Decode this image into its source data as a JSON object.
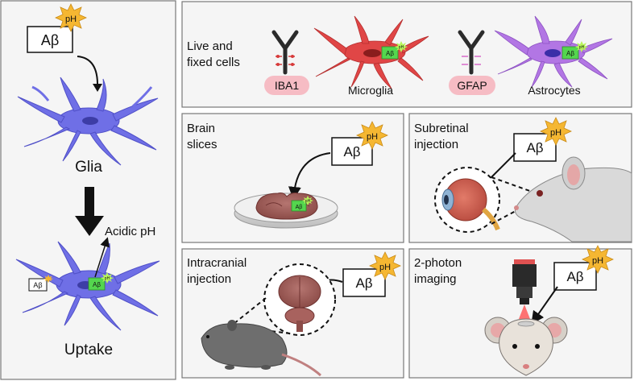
{
  "left_panel": {
    "abeta": "Aβ",
    "ph": "pH",
    "glia_label": "Glia",
    "acidic_label": "Acidic pH",
    "uptake_label": "Uptake",
    "cell_small_abeta": "Aβ",
    "cell_badge": "Aβ",
    "cell_ph": "pH"
  },
  "top_panel": {
    "title_line1": "Live and",
    "title_line2": "fixed cells",
    "marker1": "IBA1",
    "cell1": "Microglia",
    "marker2": "GFAP",
    "cell2": "Astrocytes",
    "badge": "Aβ",
    "ph": "pH"
  },
  "brain_slices": {
    "line1": "Brain",
    "line2": "slices",
    "abeta": "Aβ",
    "ph": "pH",
    "badge": "Aβ",
    "badge_ph": "pH"
  },
  "subretinal": {
    "line1": "Subretinal",
    "line2": "injection",
    "abeta": "Aβ",
    "ph": "pH"
  },
  "intracranial": {
    "line1": "Intracranial",
    "line2": "injection",
    "abeta": "Aβ",
    "ph": "pH"
  },
  "two_photon": {
    "line1": "2-photon",
    "line2": "imaging",
    "abeta": "Aβ",
    "ph": "pH"
  },
  "colors": {
    "panel_bg": "#f5f5f5",
    "panel_border": "#777777",
    "glia": "#6f6fe6",
    "microglia": "#e04646",
    "astrocyte": "#b276e4",
    "ph_star": "#f5b732",
    "green_badge": "#54d64e",
    "marker_pill": "#f6bcc4"
  }
}
